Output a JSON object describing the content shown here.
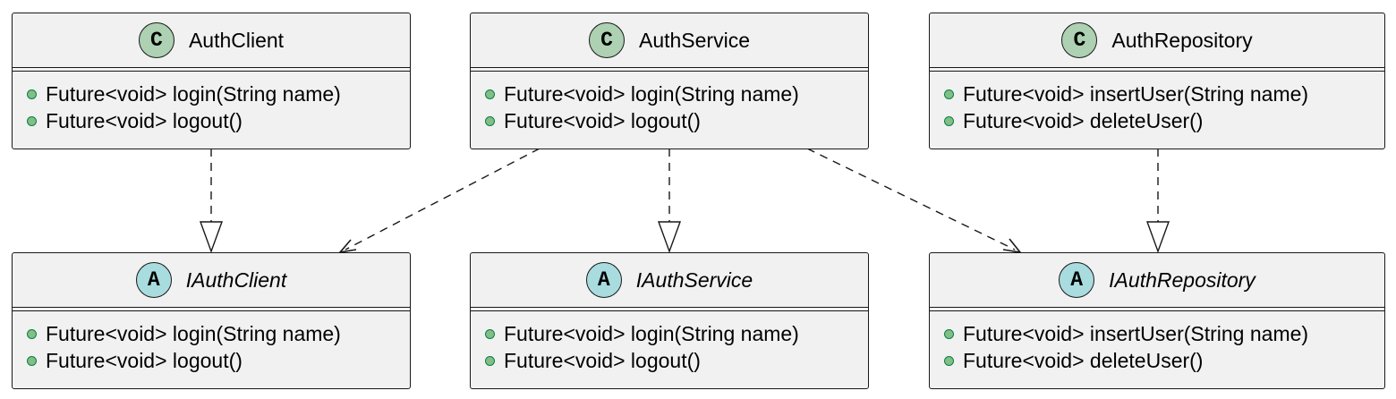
{
  "colors": {
    "class_stereotype": "#add1b2",
    "abstract_stereotype": "#a9dcdf",
    "box_fill": "#f1f1f1",
    "border": "#181818",
    "method_dot": "#84be84"
  },
  "classes": [
    {
      "stereotype": "C",
      "name": "AuthClient",
      "abstract": false,
      "methods": [
        "Future<void> login(String name)",
        "Future<void> logout()"
      ]
    },
    {
      "stereotype": "C",
      "name": "AuthService",
      "abstract": false,
      "methods": [
        "Future<void> login(String name)",
        "Future<void> logout()"
      ]
    },
    {
      "stereotype": "C",
      "name": "AuthRepository",
      "abstract": false,
      "methods": [
        "Future<void> insertUser(String name)",
        "Future<void> deleteUser()"
      ]
    },
    {
      "stereotype": "A",
      "name": "IAuthClient",
      "abstract": true,
      "methods": [
        "Future<void> login(String name)",
        "Future<void> logout()"
      ]
    },
    {
      "stereotype": "A",
      "name": "IAuthService",
      "abstract": true,
      "methods": [
        "Future<void> login(String name)",
        "Future<void> logout()"
      ]
    },
    {
      "stereotype": "A",
      "name": "IAuthRepository",
      "abstract": true,
      "methods": [
        "Future<void> insertUser(String name)",
        "Future<void> deleteUser()"
      ]
    }
  ],
  "relations": [
    {
      "from": "AuthClient",
      "to": "IAuthClient",
      "kind": "realization"
    },
    {
      "from": "AuthService",
      "to": "IAuthService",
      "kind": "realization"
    },
    {
      "from": "AuthRepository",
      "to": "IAuthRepository",
      "kind": "realization"
    },
    {
      "from": "AuthService",
      "to": "IAuthClient",
      "kind": "dependency"
    },
    {
      "from": "AuthService",
      "to": "IAuthRepository",
      "kind": "dependency"
    }
  ]
}
